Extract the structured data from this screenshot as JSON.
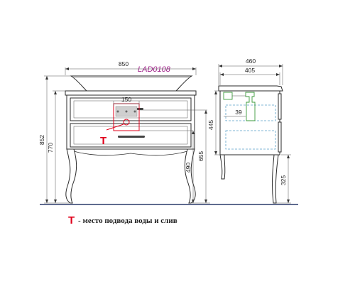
{
  "model": "LAD0108",
  "dimensions": {
    "front_width": "850",
    "front_height_total": "852",
    "front_height_top": "770",
    "leg_height_490": "490",
    "leg_height_655": "655",
    "connection_width": "150",
    "side_width": "460",
    "side_inner_width": "405",
    "side_height": "445",
    "side_offset": "39",
    "side_leg": "325"
  },
  "legend": {
    "mark": "T",
    "text": "- место подвода воды и слив"
  },
  "colors": {
    "accent_magenta": "#a0208a",
    "mark_red": "#e0001b",
    "hidden_blue": "#5aa0c8",
    "pipe_green": "#3a9a3a"
  }
}
